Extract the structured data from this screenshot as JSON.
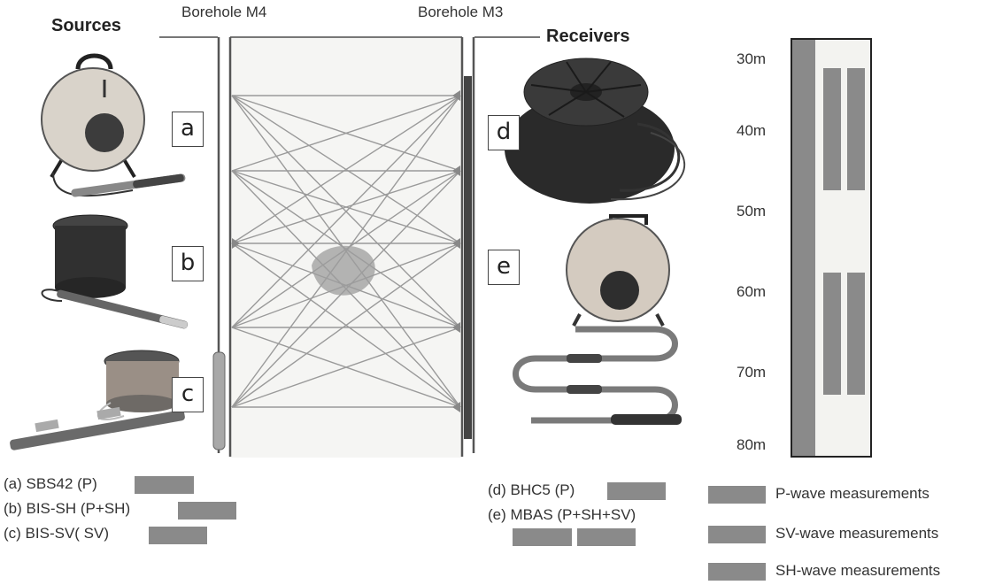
{
  "headings": {
    "sources": "Sources",
    "receivers": "Receivers"
  },
  "boreholes": {
    "left": "Borehole M4",
    "right": "Borehole M3"
  },
  "letters": {
    "a": "a",
    "b": "b",
    "c": "c",
    "d": "d",
    "e": "e"
  },
  "depth_labels": [
    "30m",
    "40m",
    "50m",
    "60m",
    "70m",
    "80m"
  ],
  "sources": [
    {
      "label": "(a) SBS42 (P)"
    },
    {
      "label": "(b) BIS-SH (P+SH)"
    },
    {
      "label": "(c) BIS-SV( SV)"
    }
  ],
  "receivers": [
    {
      "label": "(d) BHC5 (P)"
    },
    {
      "label": "(e) MBAS (P+SH+SV)"
    }
  ],
  "legend": [
    {
      "label": "P-wave measurements",
      "color": "#8a8a8a"
    },
    {
      "label": "SV-wave measurements",
      "color": "#8a8a8a"
    },
    {
      "label": "SH-wave measurements",
      "color": "#8a8a8a"
    }
  ]
}
